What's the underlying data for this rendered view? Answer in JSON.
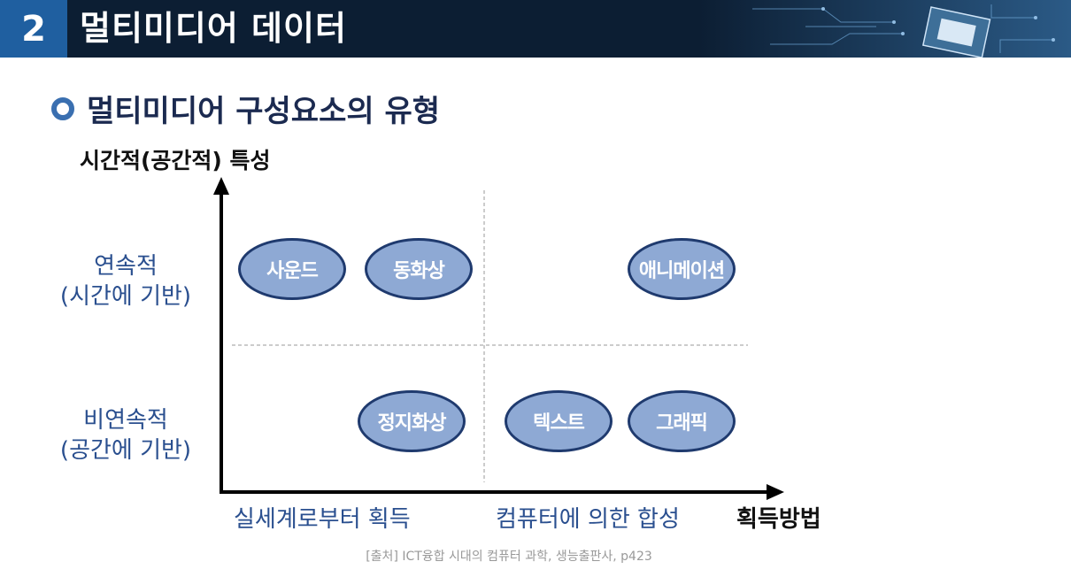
{
  "header": {
    "number": "2",
    "title": "멀티미디어 데이터"
  },
  "subtitle": "멀티미디어 구성요소의 유형",
  "axes": {
    "y_label": "시간적(공간적) 특성",
    "x_label": "획득방법",
    "rows": [
      {
        "line1": "연속적",
        "line2": "(시간에 기반)"
      },
      {
        "line1": "비연속적",
        "line2": "(공간에 기반)"
      }
    ],
    "columns": [
      "실세계로부터 획득",
      "컴퓨터에 의한 합성"
    ]
  },
  "nodes": {
    "sound": "사운드",
    "video": "동화상",
    "animation": "애니메이션",
    "still_image": "정지화상",
    "text": "텍스트",
    "graphic": "그래픽"
  },
  "source": "[출처] ICT융합 시대의 컴퓨터 과학, 생능출판사, p423",
  "colors": {
    "header_bg": "#0c1e33",
    "number_bg": "#1f5fa0",
    "node_fill": "#8ea9d4",
    "node_border": "#1f3a6e",
    "label_blue": "#2a4f8f"
  }
}
